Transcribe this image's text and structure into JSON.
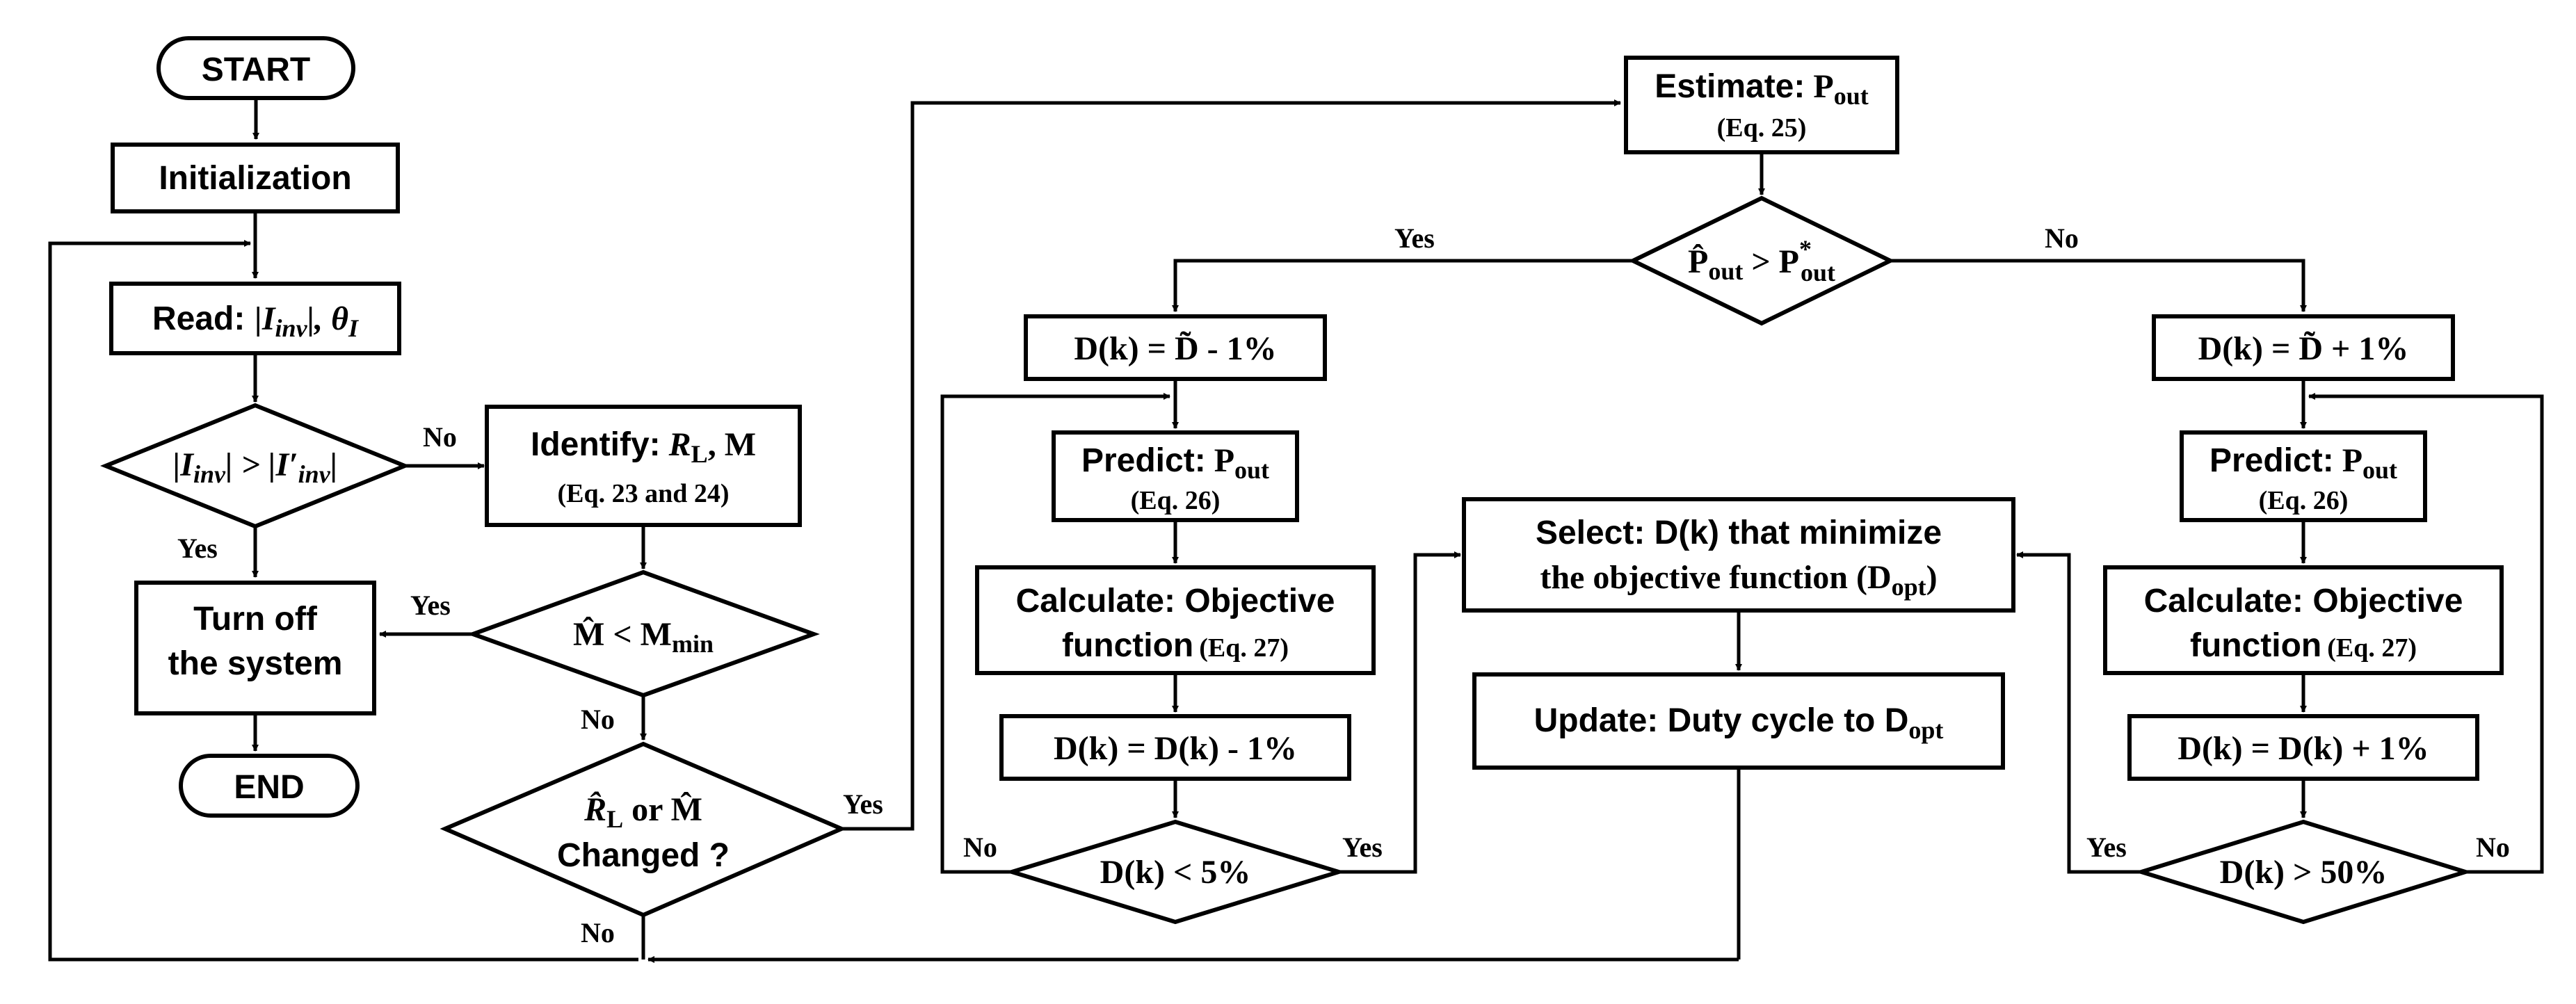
{
  "start": "START",
  "end": "END",
  "init": "Initialization",
  "read": {
    "label": "Read:",
    "expr": "|I",
    "sub": "inv",
    "tail": "|, θ",
    "tsub": "I"
  },
  "cmp1": {
    "lhs": "|I",
    "sub1": "inv",
    "mid": "| > |I′",
    "sub2": "inv",
    "rhs": "|"
  },
  "identify": {
    "label": "Identify:",
    "vars": "R",
    "vsub": "L",
    "rest": ", M",
    "eq": "(Eq. 23 and 24)"
  },
  "turnoff": {
    "l1": "Turn off",
    "l2": "the system"
  },
  "mcheck": {
    "m": "M̂",
    "op": " < M",
    "sub": "min"
  },
  "changed": {
    "l1a": "R̂",
    "l1s": "L",
    "l1b": " or M̂",
    "l2": "Changed ?"
  },
  "estimate": {
    "label": "Estimate:",
    "p": "P",
    "psub": "out",
    "eq": "(Eq. 25)"
  },
  "pcmp": {
    "a": "P̂",
    "asub": "out",
    "op": " > P",
    "bsup": "*",
    "bsub": "out"
  },
  "dminus": {
    "a": "D(k) = D̃ - 1%"
  },
  "dplus": {
    "a": "D(k) = D̃ + 1%"
  },
  "predict": {
    "label": "Predict:",
    "p": "P",
    "psub": "out",
    "eq": "(Eq. 26)"
  },
  "calc": {
    "l1": "Calculate: Objective",
    "l2": "function",
    "eq": "(Eq. 27)"
  },
  "dstepm": "D(k) = D(k) - 1%",
  "dstepp": "D(k) = D(k) + 1%",
  "dlt": "D(k) < 5%",
  "dgt": "D(k) > 50%",
  "select": {
    "l1": "Select: D(k) that minimize",
    "l2": "the objective function (D",
    "sub": "opt",
    "close": ")"
  },
  "update": {
    "t": "Update:  Duty cycle to D",
    "sub": "opt"
  },
  "labels": {
    "yes": "Yes",
    "no": "No"
  }
}
